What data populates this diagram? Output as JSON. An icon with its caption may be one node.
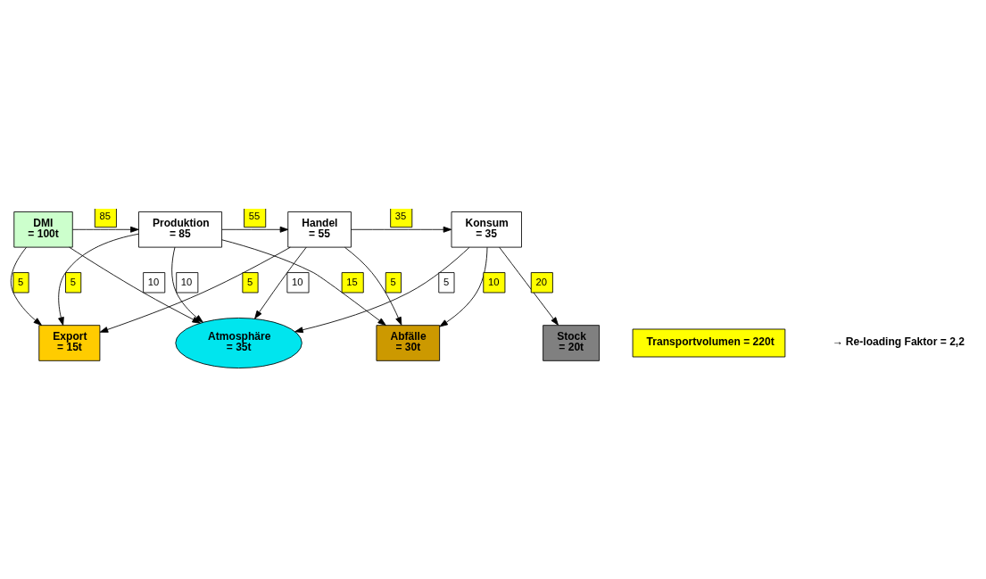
{
  "diagram": {
    "nodes": [
      {
        "text": [
          "Atmosphäre",
          "= 35t"
        ]
      },
      {
        "text": [
          "DMI",
          "= 100t"
        ]
      },
      {
        "text": [
          "Produktion",
          "= 85"
        ]
      },
      {
        "text": [
          "Handel",
          "= 55"
        ]
      },
      {
        "text": [
          "Konsum",
          "= 35"
        ]
      },
      {
        "text": [
          "Export",
          "= 15t"
        ]
      },
      {
        "text": [
          "Abfälle",
          "= 30t"
        ]
      },
      {
        "text": [
          "Stock",
          "= 20t"
        ]
      },
      {
        "text": [
          "Transportvolumen = 220t"
        ]
      }
    ],
    "edges": [
      {
        "from": 1,
        "to": 0,
        "arrow": "to",
        "label": "10"
      },
      {
        "from": 2,
        "to": 0,
        "arrow": "to",
        "label": "10"
      },
      {
        "from": 3,
        "to": 0,
        "arrow": "to",
        "label": "10"
      },
      {
        "from": 4,
        "to": 0,
        "arrow": "to",
        "label": "5"
      },
      {
        "from": 1,
        "to": 2,
        "arrow": "to",
        "label": "85"
      },
      {
        "from": 2,
        "to": 3,
        "arrow": "to",
        "label": "55"
      },
      {
        "from": 3,
        "to": 4,
        "arrow": "to",
        "label": "35"
      },
      {
        "from": 1,
        "to": 5,
        "arrow": "to",
        "label": "5"
      },
      {
        "from": 2,
        "to": 5,
        "arrow": "to",
        "label": "5"
      },
      {
        "from": 2,
        "to": 6,
        "arrow": "to",
        "label": "15"
      },
      {
        "from": 3,
        "to": 5,
        "arrow": "to",
        "label": "5"
      },
      {
        "from": 3,
        "to": 6,
        "arrow": "to",
        "label": "5"
      },
      {
        "from": 4,
        "to": 6,
        "arrow": "to",
        "label": "10"
      },
      {
        "from": 4,
        "to": 7,
        "arrow": "to",
        "label": "20"
      }
    ],
    "labels": [
      "→ Re-loading Faktor = 2,2"
    ]
  }
}
